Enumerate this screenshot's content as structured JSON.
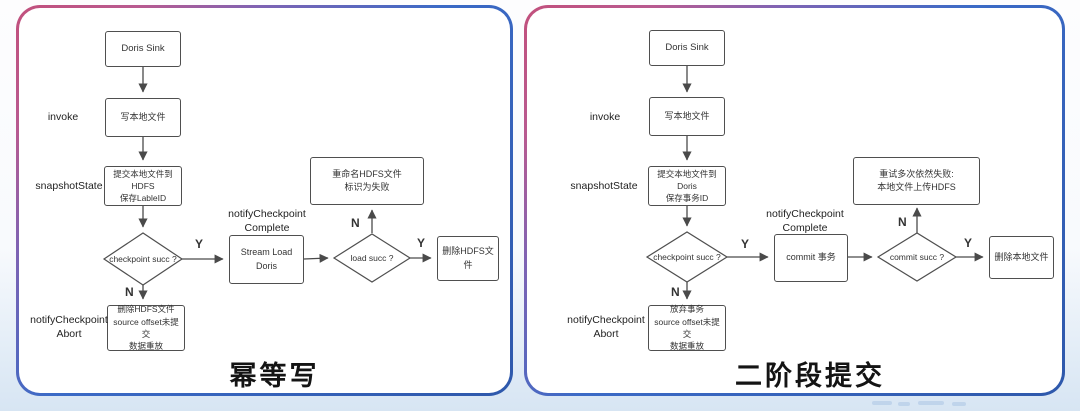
{
  "page": {
    "background_top": "#fdfdfe",
    "background_bottom": "#d7e5f3",
    "panel_border_gradient": [
      "#c2507c",
      "#3b6ac6"
    ],
    "flow_stroke": "#4a4a4a"
  },
  "panels": [
    {
      "id": "idempotent-write",
      "title": "幂等写",
      "labels": {
        "invoke": "invoke",
        "snapshot_state": "snapshotState",
        "notify_complete": "notifyCheckpoint\nComplete",
        "notify_abort": "notifyCheckpoint\nAbort"
      },
      "nodes": {
        "sink": "Doris Sink",
        "write_local": "写本地文件",
        "snapshot": "提交本地文件到HDFS\n保存LableID",
        "fail_handle": "重命名HDFS文件\n标识为失败",
        "checkpoint_q": "checkpoint succ ?",
        "action": "Stream Load Doris",
        "succ_q": "load succ ?",
        "cleanup": "删除HDFS文件",
        "abort": "删除HDFS文件\nsource offset未提交\n数据重放"
      },
      "edge_labels": {
        "checkpoint_yes": "Y",
        "checkpoint_no": "N",
        "succ_yes": "Y",
        "succ_no": "N"
      }
    },
    {
      "id": "two-phase-commit",
      "title": "二阶段提交",
      "labels": {
        "invoke": "invoke",
        "snapshot_state": "snapshotState",
        "notify_complete": "notifyCheckpoint\nComplete",
        "notify_abort": "notifyCheckpoint\nAbort"
      },
      "nodes": {
        "sink": "Doris Sink",
        "write_local": "写本地文件",
        "snapshot": "提交本地文件到Doris\n保存事务ID",
        "fail_handle": "重试多次依然失败:\n本地文件上传HDFS",
        "checkpoint_q": "checkpoint succ ?",
        "action": "commit 事务",
        "succ_q": "commit succ ?",
        "cleanup": "删除本地文件",
        "abort": "放弃事务\nsource offset未提交\n数据重放"
      },
      "edge_labels": {
        "checkpoint_yes": "Y",
        "checkpoint_no": "N",
        "succ_yes": "Y",
        "succ_no": "N"
      }
    }
  ]
}
